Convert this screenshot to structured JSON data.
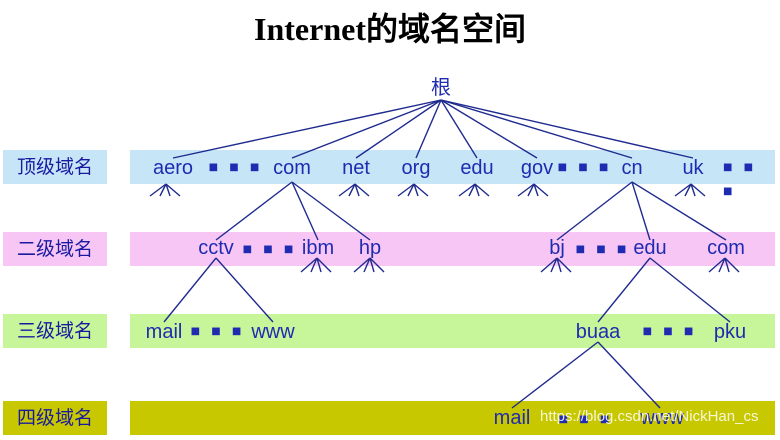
{
  "title": "Internet的域名空间",
  "levels": [
    "顶级域名",
    "二级域名",
    "三级域名",
    "四级域名"
  ],
  "colors": {
    "line": "#1f2b8f",
    "band_top": "#c6e6f8",
    "band_second": "#f7c6f5",
    "band_third": "#c6f59a",
    "band_fourth": "#c8c800",
    "level_bg_top": "#c6e6f8",
    "level_bg_second": "#f7c6f5",
    "level_bg_third": "#c6f59a",
    "level_bg_fourth": "#c8c800"
  },
  "nodes": {
    "root": "根",
    "top": {
      "aero": "aero",
      "com": "com",
      "net": "net",
      "org": "org",
      "edu": "edu",
      "gov": "gov",
      "cn": "cn",
      "uk": "uk"
    },
    "second": {
      "cctv": "cctv",
      "ibm": "ibm",
      "hp": "hp",
      "bj": "bj",
      "edu": "edu",
      "com": "com"
    },
    "third": {
      "mail": "mail",
      "www": "www",
      "buaa": "buaa",
      "pku": "pku"
    },
    "fourth": {
      "mail": "mail",
      "www": "www"
    }
  },
  "ellipsis": "■ ■ ■",
  "watermark": "https://blog.csdn.net/NickHan_cs"
}
